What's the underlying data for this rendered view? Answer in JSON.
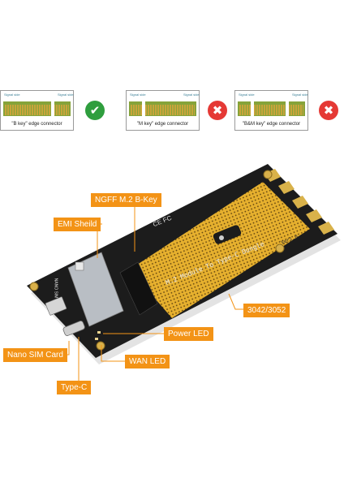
{
  "connectors": [
    {
      "caption": "Signal side",
      "caption2": "Signal side",
      "label": "\"B key\" edge connector",
      "mark": "✔",
      "mark_icon": "check-icon"
    },
    {
      "caption": "Signal side",
      "caption2": "Signal side",
      "label": "\"M key\" edge connector",
      "mark": "✖",
      "mark_icon": "cross-icon"
    },
    {
      "caption": "Signal side",
      "caption2": "Signal side",
      "label": "\"B&M key\" edge connector",
      "mark": "✖",
      "mark_icon": "cross-icon"
    }
  ],
  "board": {
    "silk_main": "M.2 Module To Type-C Dongle",
    "version": "Ver1.0",
    "sim_silk": "NANO SIM",
    "cert": "CE FC"
  },
  "callouts": {
    "ngff": "NGFF M.2 B-Key",
    "emi": "EMI Sheild",
    "size": "3042/3052",
    "power_led": "Power LED",
    "sim": "Nano SIM Card",
    "wan_led": "WAN LED",
    "typec": "Type-C"
  },
  "colors": {
    "accent": "#f39316",
    "pcb": "#1c1c1c",
    "proto": "#e6b02e",
    "ok": "#2f9e3e",
    "bad": "#e53935"
  }
}
